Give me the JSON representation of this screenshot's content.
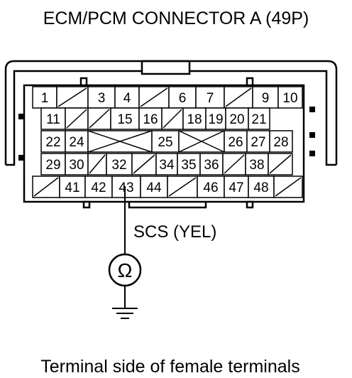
{
  "title": "ECM/PCM CONNECTOR A (49P)",
  "signal_label": "SCS (YEL)",
  "ohmmeter_symbol": "Ω",
  "caption": "Terminal side of female terminals",
  "probe_terminal": "43",
  "colors": {
    "line": "#000000",
    "background": "#ffffff"
  },
  "rows": [
    [
      {
        "t": "1"
      },
      {
        "t": "",
        "x": true
      },
      {
        "t": "3"
      },
      {
        "t": "4"
      },
      {
        "t": "",
        "x": true
      },
      {
        "t": "6"
      },
      {
        "t": "7"
      },
      {
        "t": "",
        "x": true
      },
      {
        "t": "9"
      },
      {
        "t": "10"
      }
    ],
    [
      {
        "t": "11"
      },
      {
        "t": "",
        "x": true
      },
      {
        "t": "",
        "x": true
      },
      {
        "t": "15"
      },
      {
        "t": "16"
      },
      {
        "t": "",
        "x": true
      },
      {
        "t": "18"
      },
      {
        "t": "19"
      },
      {
        "t": "20"
      },
      {
        "t": "21"
      }
    ],
    [
      {
        "t": "22"
      },
      {
        "t": "24"
      },
      {
        "t": "25"
      },
      {
        "t": "26"
      },
      {
        "t": "27"
      },
      {
        "t": "28"
      }
    ],
    [
      {
        "t": "29"
      },
      {
        "t": "30"
      },
      {
        "t": "",
        "x": true
      },
      {
        "t": "32"
      },
      {
        "t": "",
        "x": true
      },
      {
        "t": "34"
      },
      {
        "t": "35"
      },
      {
        "t": "36"
      },
      {
        "t": "",
        "x": true
      },
      {
        "t": "38"
      },
      {
        "t": "",
        "x": true
      }
    ],
    [
      {
        "t": "",
        "x": true
      },
      {
        "t": "41"
      },
      {
        "t": "42"
      },
      {
        "t": "43"
      },
      {
        "t": "44"
      },
      {
        "t": "",
        "x": true
      },
      {
        "t": "46"
      },
      {
        "t": "47"
      },
      {
        "t": "48"
      },
      {
        "t": "",
        "x": true
      }
    ]
  ]
}
